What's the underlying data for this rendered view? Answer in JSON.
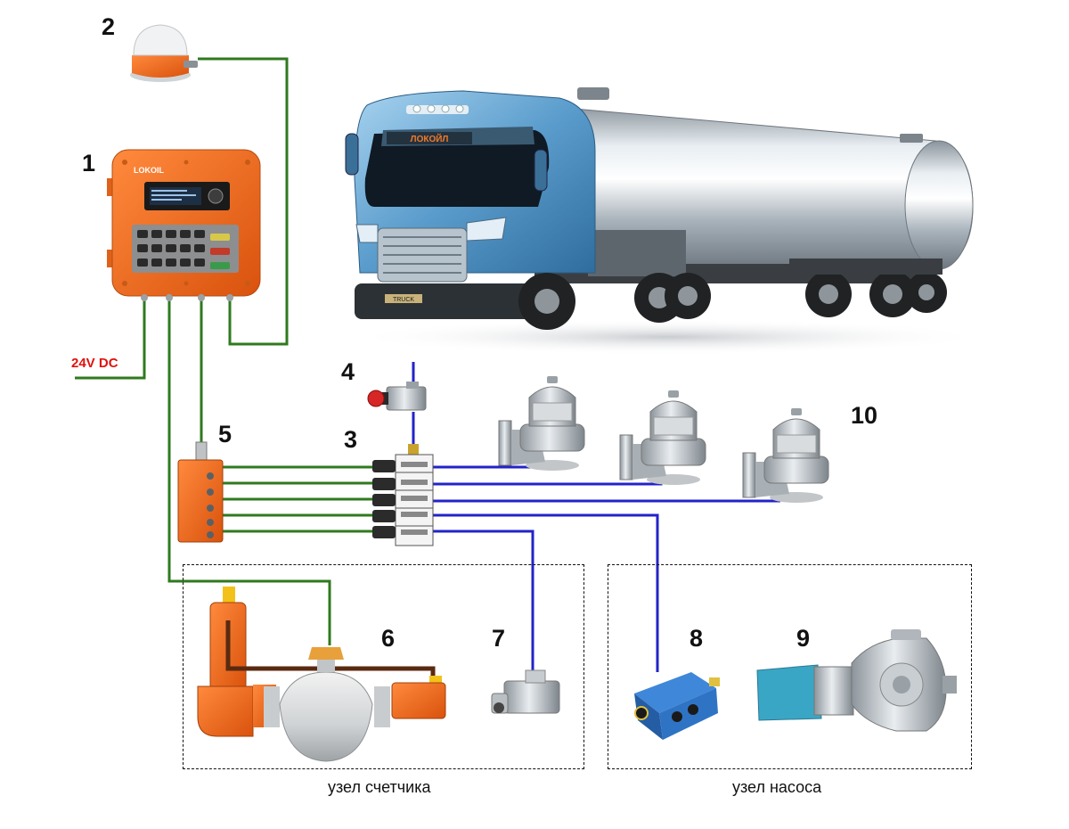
{
  "components": [
    {
      "id": "1",
      "icon": "control-unit-icon"
    },
    {
      "id": "2",
      "icon": "gps-antenna-icon"
    },
    {
      "id": "3",
      "icon": "pneumatic-valve-block-icon"
    },
    {
      "id": "4",
      "icon": "emergency-stop-valve-icon"
    },
    {
      "id": "5",
      "icon": "junction-box-icon"
    },
    {
      "id": "6",
      "icon": "mass-flow-meter-icon"
    },
    {
      "id": "7",
      "icon": "air-valve-icon"
    },
    {
      "id": "8",
      "icon": "pneumatic-distributor-icon"
    },
    {
      "id": "9",
      "icon": "pump-icon"
    },
    {
      "id": "10",
      "icon": "bottom-valve-icon"
    }
  ],
  "power_label": "24V DC",
  "truck": {
    "brand_label": "ЛОКОЙЛ",
    "grille_label": "TRUCK",
    "icon": "tanker-truck-icon"
  },
  "controller_brand": "LOKOIL",
  "sections": {
    "meter": "узел счетчика",
    "pump": "узел насоса"
  },
  "colors": {
    "electric_wire": "#2f7a1e",
    "pneumatic_line": "#2323c8",
    "accent_orange": "#f26a1b",
    "power_text": "#e01010"
  }
}
